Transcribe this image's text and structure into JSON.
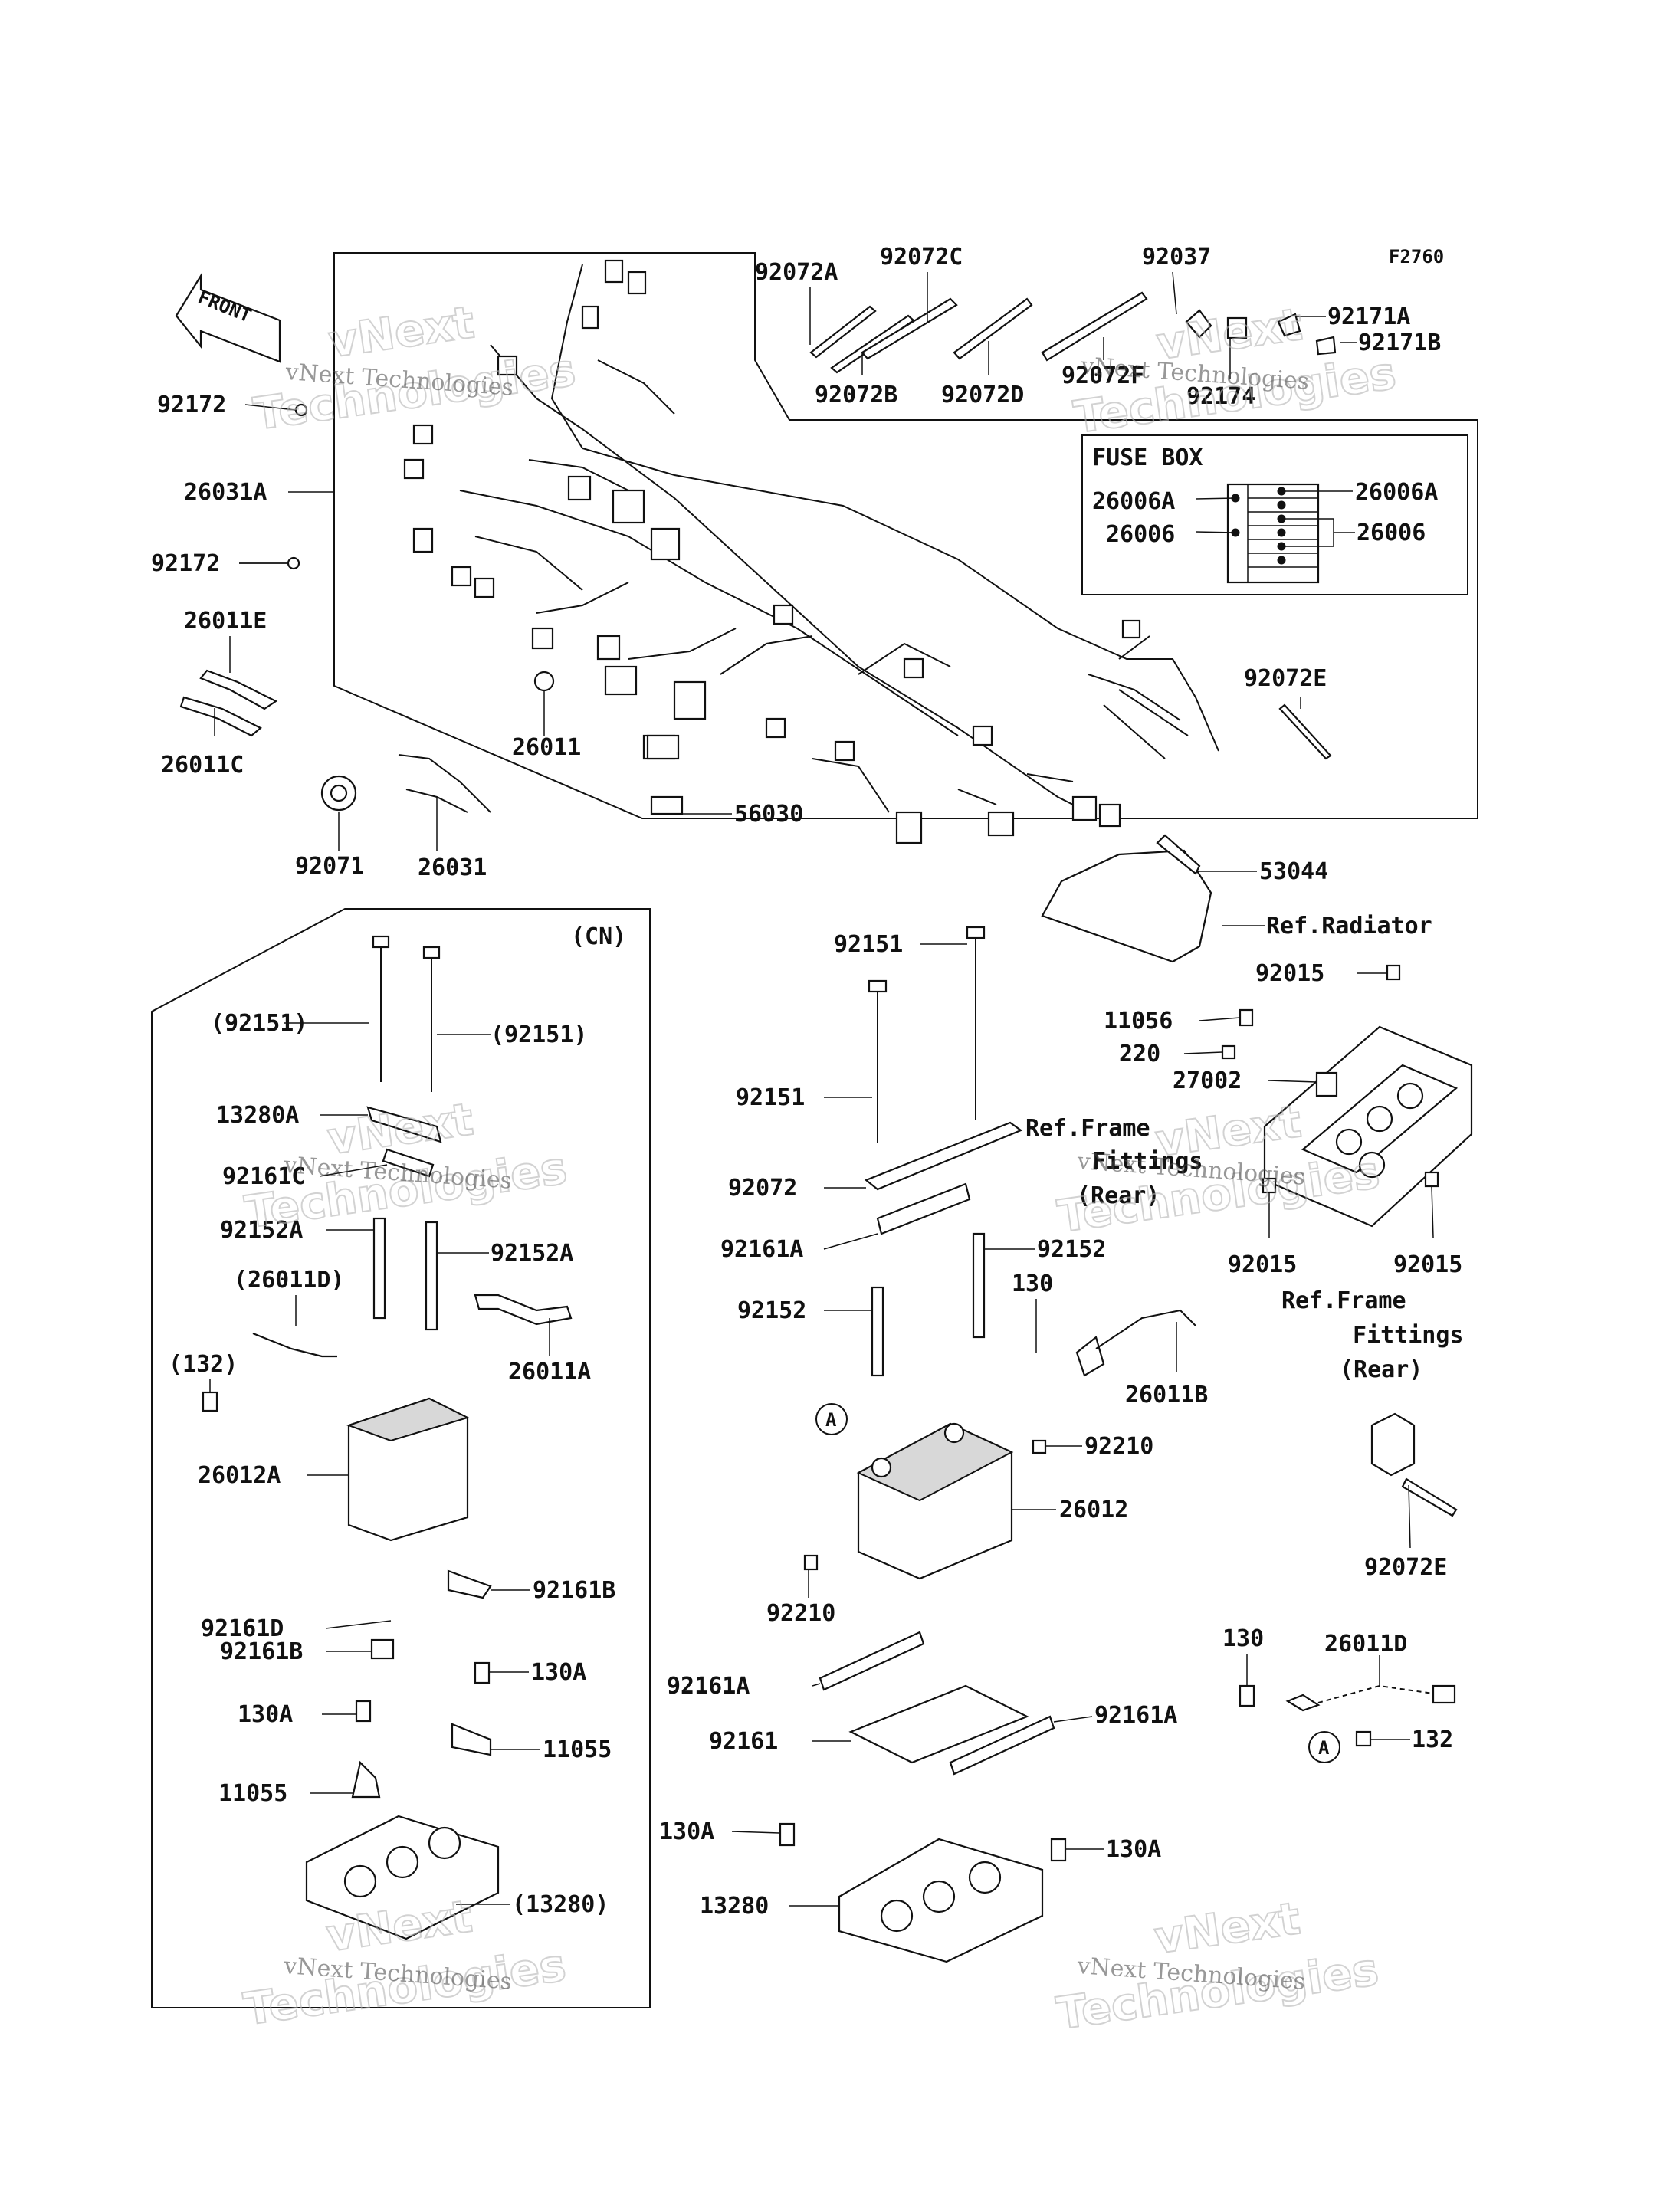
{
  "diagram": {
    "figure_code": "F2760",
    "front_arrow_label": "FRONT",
    "fuse_box_title": "FUSE BOX",
    "circle_marker": "A",
    "watermark": {
      "small": "vNext Technologies",
      "large_top": "vNext",
      "large_bottom": "Technologies"
    },
    "labels": {
      "p92072A": "92072A",
      "p92072C": "92072C",
      "p92037": "92037",
      "p92171A": "92171A",
      "p92171B": "92171B",
      "p92072B": "92072B",
      "p92072D": "92072D",
      "p92072F": "92072F",
      "p92174": "92174",
      "p92172_a": "92172",
      "p26031A": "26031A",
      "p92172_b": "92172",
      "p26006A_l": "26006A",
      "p26006A_r": "26006A",
      "p26006_l": "26006",
      "p26006_r": "26006",
      "p26011E": "26011E",
      "p26011C": "26011C",
      "p26011": "26011",
      "p92072E_top": "92072E",
      "p56030": "56030",
      "p92071": "92071",
      "p26031": "26031",
      "p53044": "53044",
      "pRefRadiator": "Ref.Radiator",
      "pCN": "(CN)",
      "p92151_cn1": "(92151)",
      "p92151_cn2": "(92151)",
      "p13280A": "13280A",
      "p92161C": "92161C",
      "p92152A_l": "92152A",
      "p92152A_r": "92152A",
      "p26011D_cn": "(26011D)",
      "p132_cn": "(132)",
      "p26011A": "26011A",
      "p26012A": "26012A",
      "p92161B_r": "92161B",
      "p92161D": "92161D",
      "p92161B_l": "92161B",
      "p130A_cn_r": "130A",
      "p130A_cn_l": "130A",
      "p11055_r": "11055",
      "p11055_l": "11055",
      "p13280_cn": "(13280)",
      "p92151_a": "92151",
      "p92151_b": "92151",
      "p92072": "92072",
      "p92161A_a": "92161A",
      "p92152_a": "92152",
      "p92152_b": "92152",
      "p130_a": "130",
      "p26011B": "26011B",
      "p92210_a": "92210",
      "p26012": "26012",
      "p92210_b": "92210",
      "p92161A_b": "92161A",
      "p92161": "92161",
      "p92161A_c": "92161A",
      "p130A_a": "130A",
      "p130A_b": "130A",
      "p13280": "13280",
      "p92015_a": "92015",
      "p11056": "11056",
      "p220": "220",
      "p27002": "27002",
      "pRefFrame1_a": "Ref.Frame",
      "pRefFrame1_b": "Fittings",
      "pRefFrame1_c": "(Rear)",
      "p92015_b": "92015",
      "p92015_c": "92015",
      "pRefFrame2_a": "Ref.Frame",
      "pRefFrame2_b": "Fittings",
      "pRefFrame2_c": "(Rear)",
      "p92072E_bot": "92072E",
      "p130_b": "130",
      "p26011D": "26011D",
      "p132": "132"
    }
  }
}
